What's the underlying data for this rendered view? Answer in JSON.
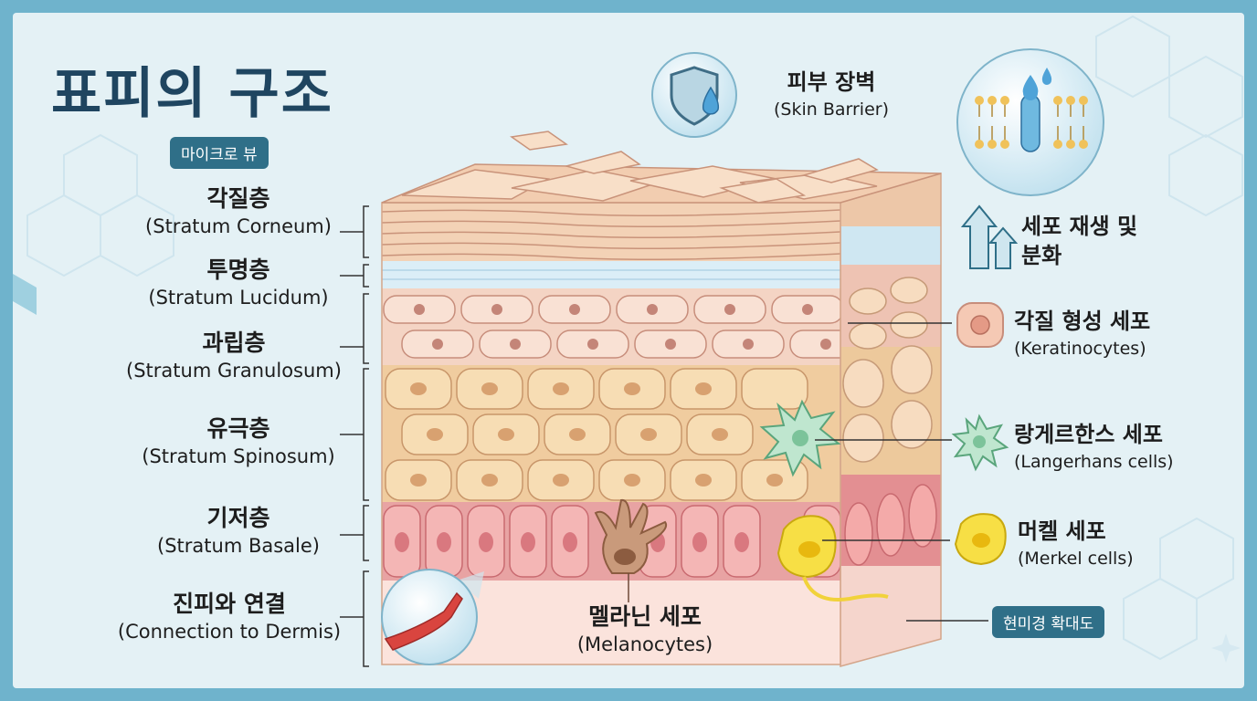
{
  "title": "표피의 구조",
  "badges": {
    "micro_view": "마이크로 뷰",
    "magnification": "현미경 확대도"
  },
  "layers": [
    {
      "ko": "각질층",
      "en": "(Stratum Corneum)"
    },
    {
      "ko": "투명층",
      "en": "(Stratum Lucidum)"
    },
    {
      "ko": "과립층",
      "en": "(Stratum Granulosum)"
    },
    {
      "ko": "유극층",
      "en": "(Stratum Spinosum)"
    },
    {
      "ko": "기저층",
      "en": "(Stratum Basale)"
    },
    {
      "ko": "진피와 연결",
      "en": "(Connection to Dermis)"
    }
  ],
  "skin_barrier": {
    "ko": "피부 장벽",
    "en": "(Skin Barrier)"
  },
  "regeneration": {
    "line1": "세포 재생 및",
    "line2": "분화"
  },
  "cells": {
    "keratinocytes": {
      "ko": "각질 형성 세포",
      "en": "(Keratinocytes)"
    },
    "langerhans": {
      "ko": "랑게르한스 세포",
      "en": "(Langerhans cells)"
    },
    "merkel": {
      "ko": "머켈 세포",
      "en": "(Merkel cells)"
    },
    "melanocytes": {
      "ko": "멜라닌 세포",
      "en": "(Melanocytes)"
    }
  },
  "colors": {
    "background": "#e4f1f5",
    "frame": "#6fb3cc",
    "title": "#1f4560",
    "badge": "#2f6f88",
    "corneum": "#f3d2b6",
    "lucidum": "#dbeef7",
    "granulosum": "#f4d4c4",
    "spinosum": "#f4d7ae",
    "basale": "#ef9f9f",
    "dermis": "#fbe3dc",
    "langerhans": "#bfe6cf",
    "merkel": "#f7df45",
    "melanocyte": "#c99a7b"
  }
}
